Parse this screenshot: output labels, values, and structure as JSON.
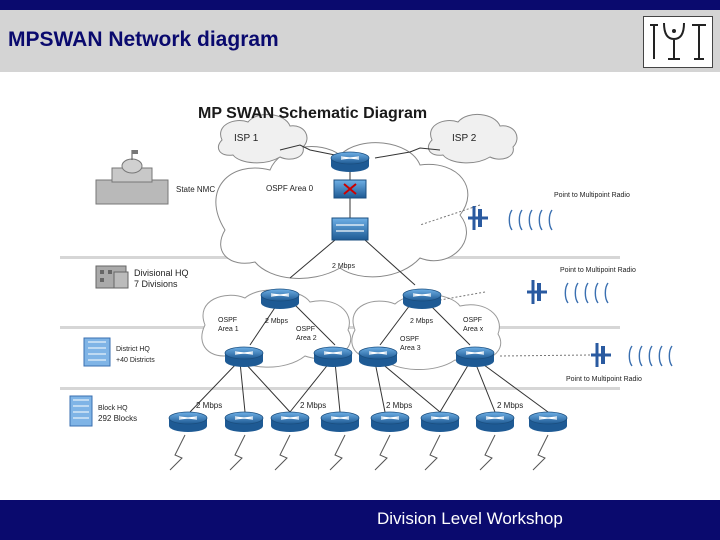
{
  "header": {
    "title": "MPSWAN Network diagram"
  },
  "footer": {
    "text": "Division Level Workshop"
  },
  "diagram": {
    "title": "MP SWAN Schematic Diagram",
    "clouds": {
      "isp1": "ISP 1",
      "isp2": "ISP 2"
    },
    "tiers": {
      "state": "State NMC",
      "division_1": "Divisional HQ",
      "division_2": "7 Divisions",
      "district_1": "District HQ",
      "district_2": "+40 Districts",
      "block_1": "Block HQ",
      "block_2": "292 Blocks"
    },
    "areas": {
      "area0": "OSPF Area 0",
      "area1_a": "OSPF",
      "area1_b": "Area 1",
      "area2_a": "OSPF",
      "area2_b": "Area 2",
      "area3_a": "OSPF",
      "area3_b": "Area 3",
      "areax_a": "OSPF",
      "areax_b": "Area x"
    },
    "links": {
      "core": "2 Mbps",
      "dist_left": "2 Mbps",
      "dist_right": "2 Mbps",
      "block_1": "2 Mbps",
      "block_2": "2 Mbps",
      "block_3": "2 Mbps",
      "block_4": "2 Mbps"
    },
    "radio": {
      "r1": "Point to Multipoint Radio",
      "r2": "Point to Multipoint Radio",
      "r3": "Point to Multipoint Radio"
    }
  },
  "colors": {
    "brand_navy": "#0a0a6e",
    "router_blue": "#2f78b8",
    "title_grey": "#d4d4d4"
  }
}
